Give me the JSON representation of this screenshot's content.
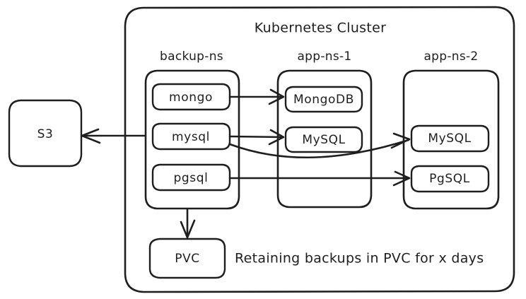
{
  "diagram": {
    "title": "Kubernetes Cluster",
    "background_color": "#ffffff",
    "stroke_color": "#1e1e1e",
    "node_fill_color": "#ffffff",
    "external": {
      "s3": {
        "label": "S3"
      }
    },
    "groups": [
      {
        "id": "backup-ns",
        "label": "backup-ns",
        "nodes": [
          {
            "id": "mongo",
            "label": "mongo"
          },
          {
            "id": "mysql",
            "label": "mysql"
          },
          {
            "id": "pgsql",
            "label": "pgsql"
          }
        ]
      },
      {
        "id": "app-ns-1",
        "label": "app-ns-1",
        "nodes": [
          {
            "id": "app1-mongodb",
            "label": "MongoDB"
          },
          {
            "id": "app1-mysql",
            "label": "MySQL"
          }
        ]
      },
      {
        "id": "app-ns-2",
        "label": "app-ns-2",
        "nodes": [
          {
            "id": "app2-mysql",
            "label": "MySQL"
          },
          {
            "id": "app2-pgsql",
            "label": "PgSQL"
          }
        ]
      }
    ],
    "storage": {
      "pvc": {
        "label": "PVC"
      }
    },
    "note": "Retaining backups in PVC for x days",
    "edges": [
      {
        "id": "mongo-to-app1-mongodb",
        "from": "mongo",
        "to": "app1-mongodb",
        "arrow": "end"
      },
      {
        "id": "mysql-to-app1-mysql",
        "from": "mysql",
        "to": "app1-mysql",
        "arrow": "end"
      },
      {
        "id": "mysql-to-app2-mysql",
        "from": "mysql",
        "to": "app2-mysql",
        "arrow": "end"
      },
      {
        "id": "pgsql-to-app2-pgsql",
        "from": "pgsql",
        "to": "app2-pgsql",
        "arrow": "end"
      },
      {
        "id": "backup-ns-to-s3",
        "from": "backup-ns",
        "to": "s3",
        "arrow": "end"
      },
      {
        "id": "backup-ns-to-pvc",
        "from": "backup-ns",
        "to": "pvc",
        "arrow": "end"
      }
    ]
  }
}
